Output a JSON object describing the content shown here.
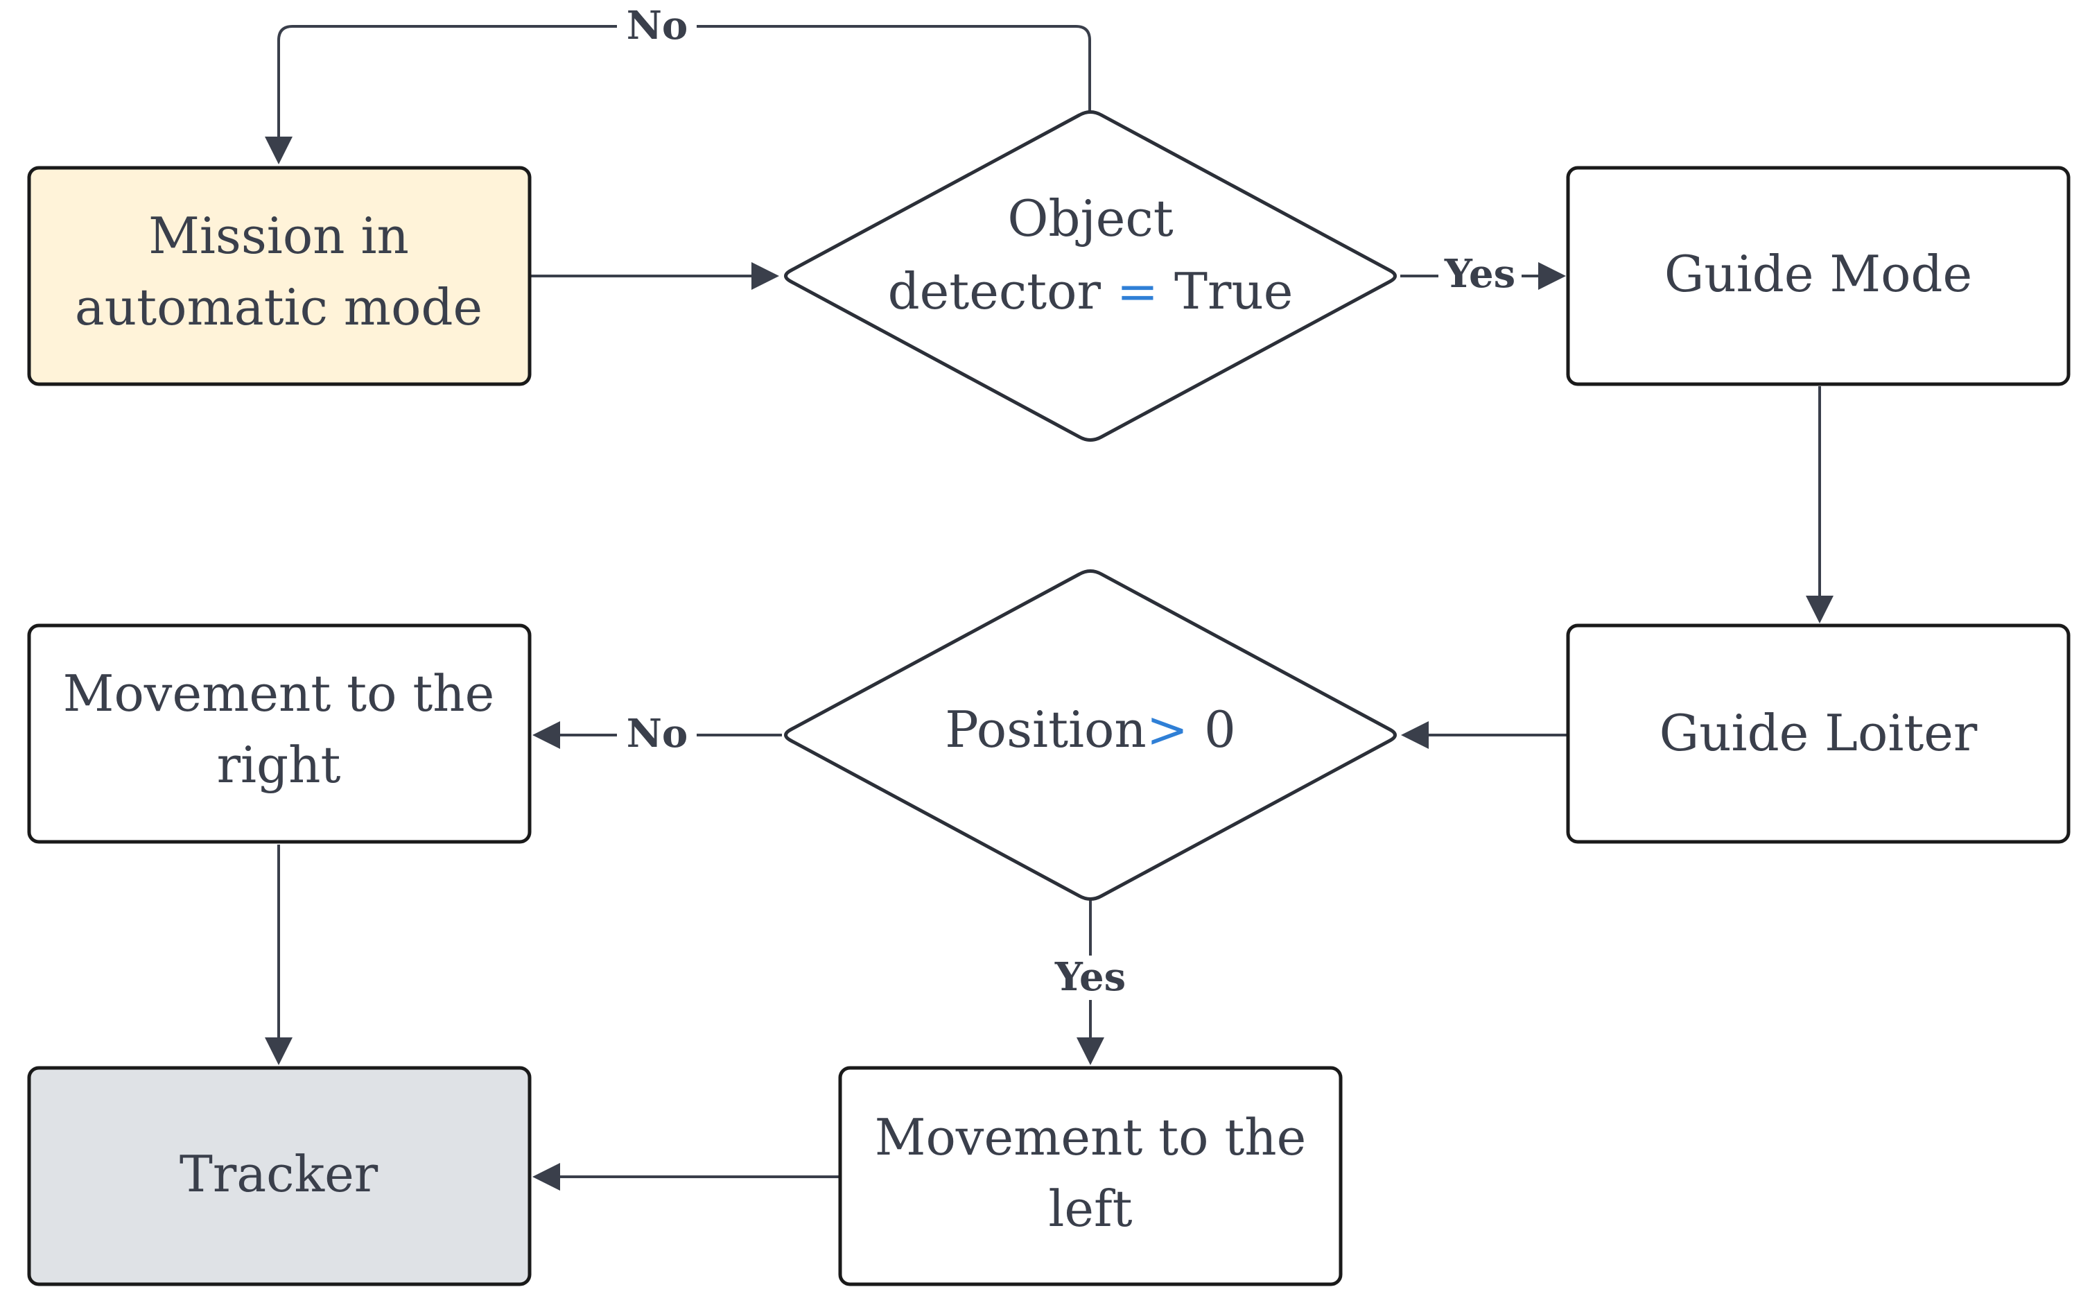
{
  "diagram": {
    "nodes": {
      "mission": {
        "line1": "Mission in",
        "line2": "automatic mode",
        "fill": "#fff3d9"
      },
      "detector": {
        "line1": "Object",
        "line2_part1": "detector ",
        "line2_op": "=",
        "line2_part2": " True"
      },
      "guide_mode": {
        "label": "Guide Mode"
      },
      "guide_loiter": {
        "label": "Guide Loiter"
      },
      "position": {
        "part1": "Position",
        "op": ">",
        "part2": " 0"
      },
      "move_right": {
        "line1": "Movement to the",
        "line2": "right"
      },
      "move_left": {
        "line1": "Movement to the",
        "line2": "left"
      },
      "tracker": {
        "label": "Tracker",
        "fill": "#dfe2e6"
      }
    },
    "edges": {
      "detector_no": "No",
      "detector_yes": "Yes",
      "position_no": "No",
      "position_yes": "Yes"
    },
    "colors": {
      "stroke": "#1a1a1a",
      "line": "#3a3f4b",
      "accent": "#2f7fd6"
    }
  }
}
